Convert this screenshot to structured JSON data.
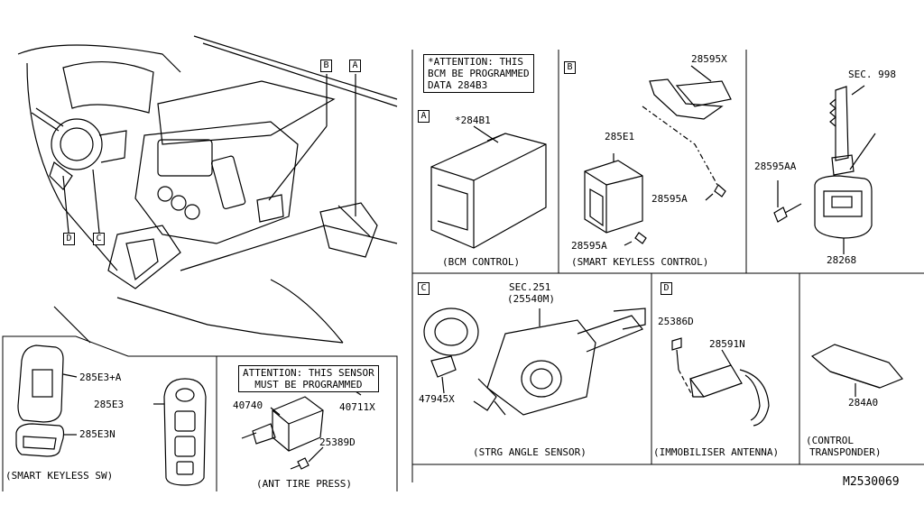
{
  "letters": {
    "a": "A",
    "b": "B",
    "c": "C",
    "d": "D"
  },
  "bcm": {
    "attention_line1": "*ATTENTION: THIS",
    "attention_line2": "BCM BE PROGRAMMED",
    "attention_line3": "DATA 284B3",
    "part": "*284B1",
    "caption": "(BCM CONTROL)"
  },
  "smart_keyless_control": {
    "part_a": "28595X",
    "part_b": "285E1",
    "part_c": "28595A",
    "part_d": "28595A",
    "caption": "(SMART KEYLESS CONTROL)"
  },
  "key": {
    "sec": "SEC. 998",
    "part_a": "28595AA",
    "part_b": "28268"
  },
  "steering": {
    "sec": "SEC.251",
    "part_main": "(25540M)",
    "part_b": "47945X",
    "caption": "(STRG ANGLE SENSOR)"
  },
  "immobiliser": {
    "part_a": "25386D",
    "part_b": "28591N",
    "caption": "(IMMOBILISER ANTENNA)"
  },
  "transponder": {
    "part": "284A0",
    "caption_line1": "(CONTROL",
    "caption_line2": "TRANSPONDER)"
  },
  "smart_keyless_sw": {
    "part_a": "285E3+A",
    "part_b": "285E3",
    "part_c": "285E3N",
    "caption": "(SMART KEYLESS  SW)"
  },
  "tire_press": {
    "attention_line1": "ATTENTION: THIS SENSOR",
    "attention_line2": "MUST BE PROGRAMMED",
    "part_a": "40740",
    "part_b": "40711X",
    "part_c": "25389D",
    "caption": "(ANT TIRE PRESS)"
  },
  "figure_id": "M2530069"
}
